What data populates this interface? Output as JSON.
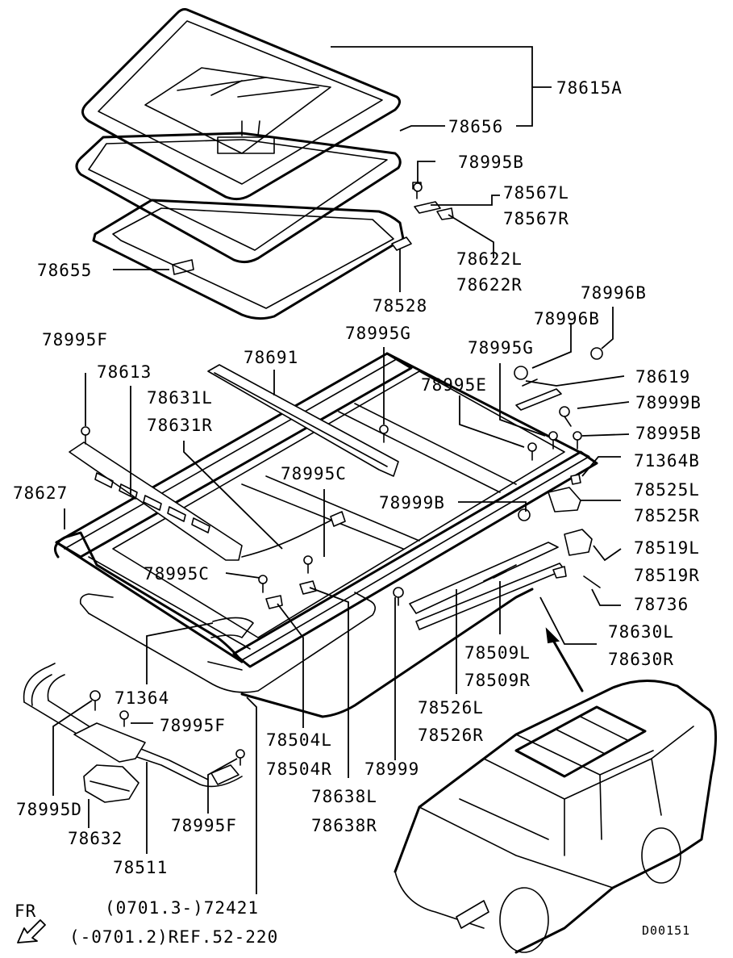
{
  "labels": {
    "l78615A": "78615A",
    "l78656": "78656",
    "l78995B_a": "78995B",
    "l78567L": "78567L",
    "l78567R": "78567R",
    "l78622L": "78622L",
    "l78622R": "78622R",
    "l78655": "78655",
    "l78528": "78528",
    "l78996B_a": "78996B",
    "l78996B_b": "78996B",
    "l78995F_a": "78995F",
    "l78995G_a": "78995G",
    "l78995G_b": "78995G",
    "l78691": "78691",
    "l78613": "78613",
    "l78631L": "78631L",
    "l78631R": "78631R",
    "l78995E": "78995E",
    "l78619": "78619",
    "l78999B_a": "78999B",
    "l78995B_b": "78995B",
    "l71364B": "71364B",
    "l78627": "78627",
    "l78995C_a": "78995C",
    "l78999B_b": "78999B",
    "l78525L": "78525L",
    "l78525R": "78525R",
    "l78519L": "78519L",
    "l78519R": "78519R",
    "l78995C_b": "78995C",
    "l78736": "78736",
    "l78630L": "78630L",
    "l78630R": "78630R",
    "l78509L": "78509L",
    "l78509R": "78509R",
    "l71364": "71364",
    "l78995F_b": "78995F",
    "l78526L": "78526L",
    "l78526R": "78526R",
    "l78504L": "78504L",
    "l78504R": "78504R",
    "l78999": "78999",
    "l78995D": "78995D",
    "l78638L": "78638L",
    "l78638R": "78638R",
    "l78632": "78632",
    "l78995F_c": "78995F",
    "l78511": "78511",
    "l72421": "(0701.3-)72421",
    "lREF": "(-0701.2)REF.52-220",
    "lFR": "FR",
    "lCode": "D00151"
  }
}
